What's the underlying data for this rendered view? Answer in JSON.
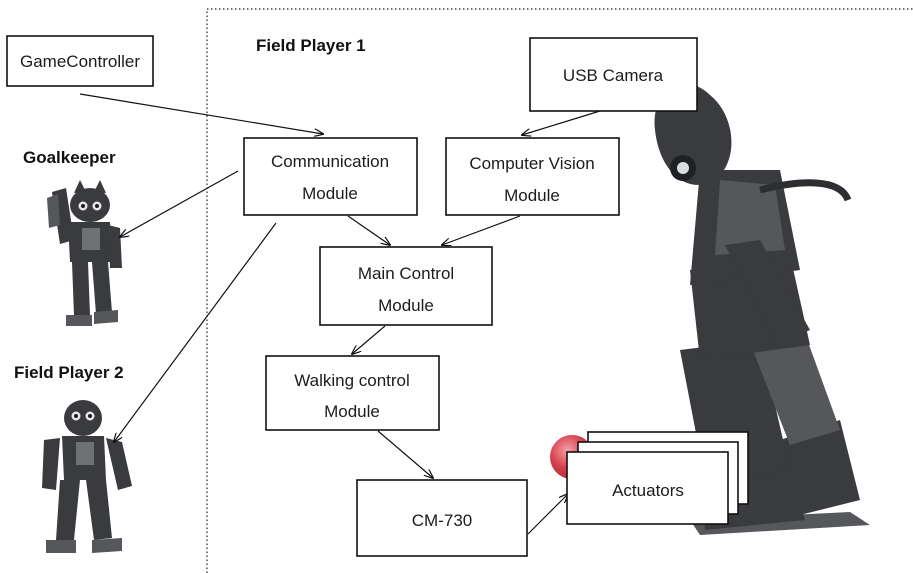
{
  "headings": {
    "field_player_1": "Field Player 1",
    "goalkeeper": "Goalkeeper",
    "field_player_2": "Field Player 2"
  },
  "boxes": {
    "game_controller": "GameController",
    "usb_camera": "USB Camera",
    "communication_module": [
      "Communication",
      "Module"
    ],
    "computer_vision_module": [
      "Computer Vision",
      "Module"
    ],
    "main_control_module": [
      "Main Control",
      "Module"
    ],
    "walking_control_module": [
      "Walking control",
      "Module"
    ],
    "cm730": "CM-730",
    "actuators": "Actuators"
  },
  "colors": {
    "robot_body": "#3a3b3e",
    "ball": "#d8414c",
    "box_stroke": "#111111",
    "background": "#ffffff"
  },
  "icons": {
    "goalkeeper_robot": "humanoid-robot-icon",
    "field_player_2_robot": "humanoid-robot-icon",
    "field_player_1_robot": "humanoid-robot-photo",
    "ball": "ball-icon"
  }
}
